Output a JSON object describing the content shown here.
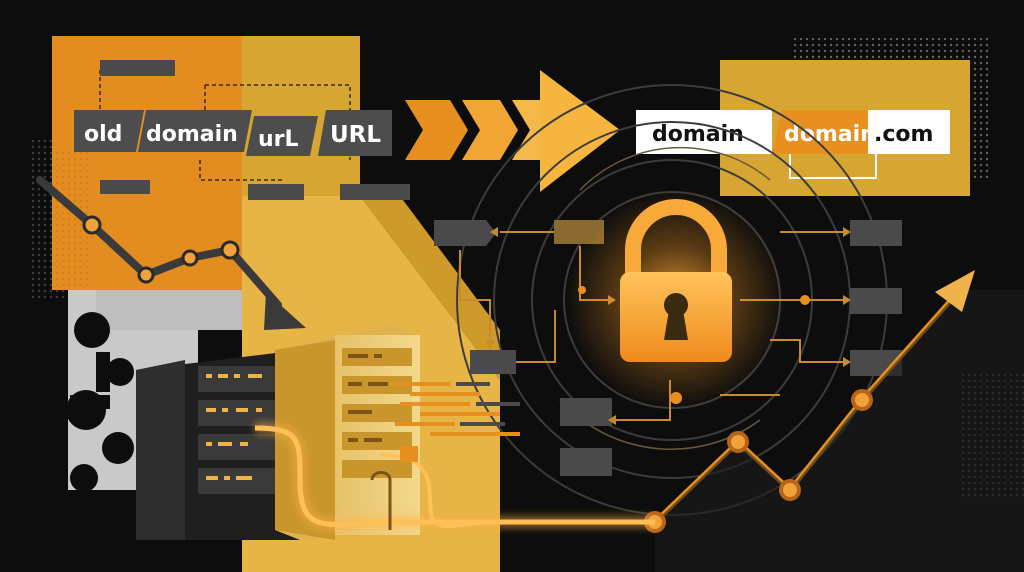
{
  "old_url": {
    "segments": [
      "old",
      "domain",
      "urL",
      "URL"
    ]
  },
  "new_url": {
    "segments": [
      "domain",
      "domain",
      ".com"
    ]
  },
  "icons": {
    "lock": "padlock-icon",
    "server": "server-rack-icon",
    "arrow": "forward-arrow-icon",
    "trend_up": "trend-up-arrow-icon",
    "trend_down": "trend-down-arrow-icon"
  },
  "colors": {
    "background": "#0d0d0d",
    "orange": "#e8901f",
    "dark_orange": "#d97a1a",
    "gold": "#d9a43a",
    "light_gold": "#e9bb4e",
    "glow": "#ffb347",
    "grey_box": "#4a4a4a",
    "white": "#ffffff"
  }
}
